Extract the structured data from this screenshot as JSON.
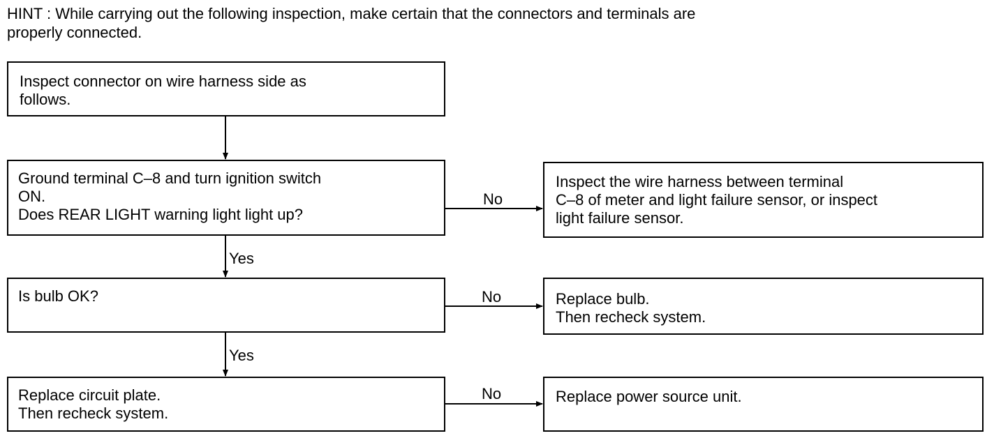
{
  "hint": "HINT : While carrying out the following inspection, make certain that the connectors and terminals are\nproperly connected.",
  "steps": [
    {
      "text": "Inspect connector on wire harness side as\nfollows."
    },
    {
      "text": "Ground terminal C–8 and turn ignition switch\nON.\nDoes REAR LIGHT warning light light up?"
    },
    {
      "text": "Is bulb OK?"
    },
    {
      "text": "Replace circuit plate.\nThen recheck system."
    }
  ],
  "results": [
    {
      "text": "Inspect the wire harness between terminal\nC–8 of meter and light failure sensor, or inspect\nlight failure sensor."
    },
    {
      "text": "Replace bulb.\nThen recheck system."
    },
    {
      "text": "Replace power source unit."
    }
  ],
  "labels": {
    "yes1": "Yes",
    "yes2": "Yes",
    "no1": "No",
    "no2": "No",
    "no3": "No"
  }
}
